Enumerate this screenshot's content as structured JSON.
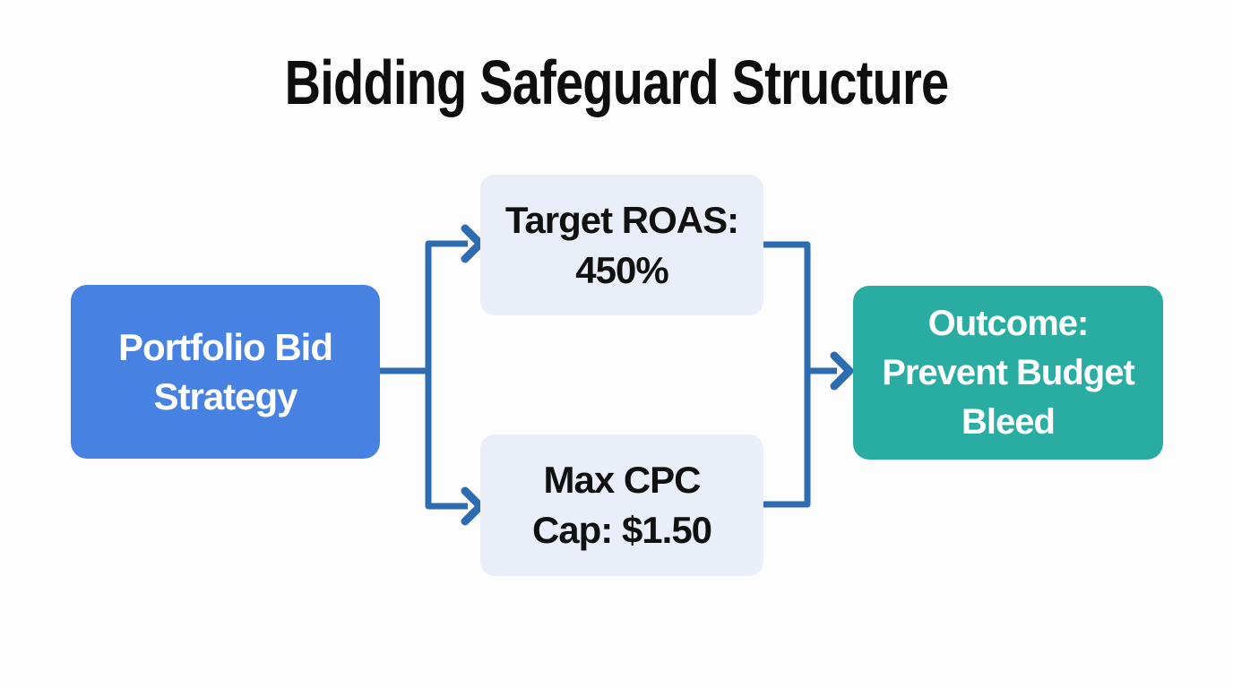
{
  "page": {
    "title": "Bidding Safeguard Structure"
  },
  "diagram": {
    "nodes": {
      "source": {
        "lines": [
          "Portfolio Bid",
          "Strategy"
        ]
      },
      "safeguard_top": {
        "lines": [
          "Target ROAS:",
          "450%"
        ]
      },
      "safeguard_bottom": {
        "lines": [
          "Max CPC",
          "Cap: $1.50"
        ]
      },
      "outcome": {
        "lines": [
          "Outcome:",
          "Prevent Budget",
          "Bleed"
        ]
      }
    },
    "edges": [
      {
        "from": "Portfolio Bid Strategy",
        "to": "Target ROAS: 450%"
      },
      {
        "from": "Portfolio Bid Strategy",
        "to": "Max CPC Cap: $1.50"
      },
      {
        "from": "Target ROAS: 450%",
        "to": "Outcome: Prevent Budget Bleed"
      },
      {
        "from": "Max CPC Cap: $1.50",
        "to": "Outcome: Prevent Budget Bleed"
      }
    ]
  },
  "colors": {
    "background": "#fdfdfe",
    "title_text": "#0e0e0e",
    "source_node_bg": "#4781e2",
    "safeguard_node_bg": "#e9eef8",
    "outcome_node_bg": "#29ada2",
    "node_dark_text": "#111111",
    "node_light_text": "#ffffff",
    "connector": "#2e6cb2"
  }
}
